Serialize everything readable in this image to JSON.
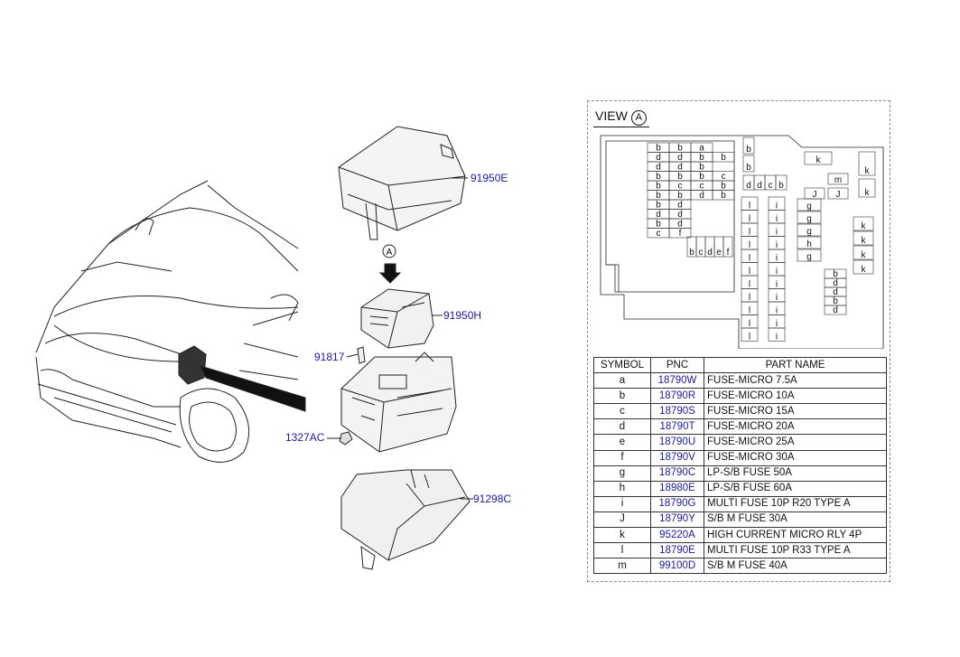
{
  "callouts": {
    "top_cover": "91950E",
    "junction_block": "91950H",
    "fuse_puller": "91817",
    "nut": "1327AC",
    "lower_cover": "91298C",
    "view_marker": "A"
  },
  "view_panel": {
    "title": "VIEW",
    "marker": "A"
  },
  "fuse_map": {
    "rows": [
      [
        "b",
        "b",
        "a"
      ],
      [
        "d",
        "d",
        "b",
        "b"
      ],
      [
        "d",
        "d",
        "b"
      ],
      [
        "b",
        "b",
        "b",
        "c"
      ],
      [
        "b",
        "c",
        "c",
        "b"
      ],
      [
        "b",
        "b",
        "d",
        "b"
      ],
      [
        "b",
        "d"
      ],
      [
        "d",
        "d"
      ],
      [
        "b",
        "d"
      ],
      [
        "c",
        "f"
      ]
    ],
    "small_row": [
      "b",
      "c",
      "d",
      "e",
      "f"
    ],
    "mid_col": [
      "b",
      "b"
    ],
    "ddcb": [
      "d",
      "d",
      "c",
      "b"
    ],
    "i_col_left": [
      "l",
      "l",
      "l",
      "l",
      "l",
      "l",
      "l",
      "l",
      "l",
      "l",
      "l"
    ],
    "i_col_right": [
      "i",
      "i",
      "i",
      "i",
      "i",
      "i",
      "i",
      "i",
      "i",
      "i",
      "i"
    ],
    "right_top": [
      "k",
      "k",
      "k",
      "m",
      "J",
      "J"
    ],
    "g_col": [
      "g",
      "g",
      "g",
      "h",
      "g"
    ],
    "k_col": [
      "k",
      "k",
      "k",
      "k"
    ],
    "bottom_col": [
      "b",
      "d",
      "d",
      "b",
      "d"
    ]
  },
  "legend": {
    "headers": [
      "SYMBOL",
      "PNC",
      "PART NAME"
    ],
    "rows": [
      {
        "symbol": "a",
        "pnc": "18790W",
        "name": "FUSE-MICRO 7.5A"
      },
      {
        "symbol": "b",
        "pnc": "18790R",
        "name": "FUSE-MICRO 10A"
      },
      {
        "symbol": "c",
        "pnc": "18790S",
        "name": "FUSE-MICRO 15A"
      },
      {
        "symbol": "d",
        "pnc": "18790T",
        "name": "FUSE-MICRO 20A"
      },
      {
        "symbol": "e",
        "pnc": "18790U",
        "name": "FUSE-MICRO 25A"
      },
      {
        "symbol": "f",
        "pnc": "18790V",
        "name": "FUSE-MICRO 30A"
      },
      {
        "symbol": "g",
        "pnc": "18790C",
        "name": "LP-S/B FUSE 50A"
      },
      {
        "symbol": "h",
        "pnc": "18980E",
        "name": "LP-S/B FUSE 60A"
      },
      {
        "symbol": "i",
        "pnc": "18790G",
        "name": "MULTI FUSE 10P R20 TYPE A"
      },
      {
        "symbol": "J",
        "pnc": "18790Y",
        "name": "S/B M FUSE 30A"
      },
      {
        "symbol": "k",
        "pnc": "95220A",
        "name": "HIGH CURRENT MICRO RLY 4P"
      },
      {
        "symbol": "l",
        "pnc": "18790E",
        "name": "MULTI FUSE 10P R33 TYPE A"
      },
      {
        "symbol": "m",
        "pnc": "99100D",
        "name": "S/B M FUSE 40A"
      }
    ]
  }
}
